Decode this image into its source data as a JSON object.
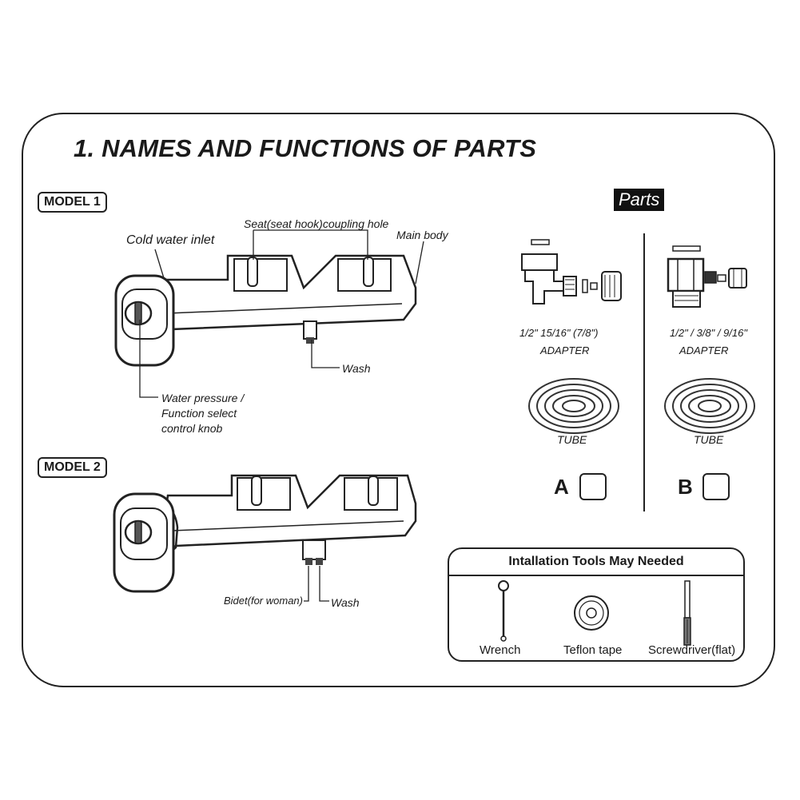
{
  "title": "1. NAMES AND FUNCTIONS OF PARTS",
  "model1": {
    "tag": "MODEL 1",
    "cold_water_inlet": "Cold water inlet",
    "coupling_hole": "Seat(seat hook)coupling hole",
    "main_body": "Main body",
    "wash": "Wash",
    "knob_line1": "Water pressure /",
    "knob_line2": "Function select",
    "knob_line3": "control knob"
  },
  "model2": {
    "tag": "MODEL 2",
    "bidet": "Bidet(for woman)",
    "wash": "Wash"
  },
  "parts": {
    "heading": "Parts",
    "kit_a": {
      "sizes": "1/2\"   15/16\"   (7/8\")",
      "adapter": "ADAPTER",
      "tube": "TUBE",
      "letter": "A"
    },
    "kit_b": {
      "sizes": "1/2\" / 3/8\" / 9/16\"",
      "adapter": "ADAPTER",
      "tube": "TUBE",
      "letter": "B"
    }
  },
  "tools": {
    "title": "Intallation Tools May Needed",
    "items": [
      "Wrench",
      "Teflon tape",
      "Screwdriver(flat)"
    ]
  }
}
